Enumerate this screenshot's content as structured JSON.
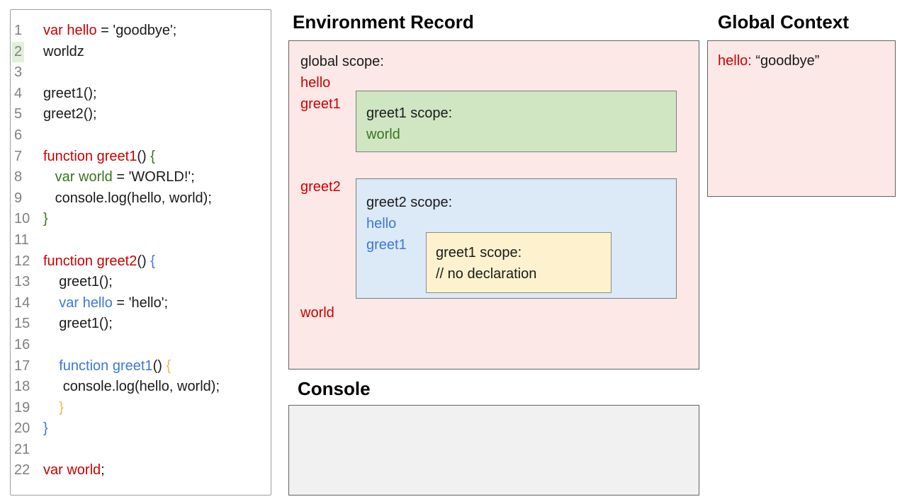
{
  "titles": {
    "environment_record": "Environment Record",
    "global_context": "Global Context",
    "console": "Console"
  },
  "colors": {
    "red": "#cc0000",
    "green": "#38761d",
    "blue": "#3c78d8",
    "orange": "#f0b952",
    "gray": "#808080",
    "code_text": "#1a1a1a",
    "pink_bg": "#fce8e6",
    "green_bg": "#d0e6c3",
    "blue_bg": "#dce9f7",
    "yellow_bg": "#fdf2cd",
    "console_bg": "#f1f1f1",
    "line_highlight": "#e2efda"
  },
  "code": {
    "highlighted_line": 2,
    "lines": [
      {
        "n": 1,
        "segs": [
          {
            "t": "var hello",
            "c": "red"
          },
          {
            "t": " = 'goodbye';"
          }
        ]
      },
      {
        "n": 2,
        "segs": [
          {
            "t": "worldz"
          }
        ]
      },
      {
        "n": 3,
        "segs": []
      },
      {
        "n": 4,
        "segs": [
          {
            "t": "greet1();"
          }
        ]
      },
      {
        "n": 5,
        "segs": [
          {
            "t": "greet2();"
          }
        ]
      },
      {
        "n": 6,
        "segs": []
      },
      {
        "n": 7,
        "segs": [
          {
            "t": "function greet1",
            "c": "red"
          },
          {
            "t": "() "
          },
          {
            "t": "{",
            "c": "green"
          }
        ]
      },
      {
        "n": 8,
        "segs": [
          {
            "t": "   "
          },
          {
            "t": "var world",
            "c": "green"
          },
          {
            "t": " = 'WORLD!';"
          }
        ]
      },
      {
        "n": 9,
        "segs": [
          {
            "t": "   console.log(hello, world);"
          }
        ]
      },
      {
        "n": 10,
        "segs": [
          {
            "t": "}",
            "c": "green"
          }
        ]
      },
      {
        "n": 11,
        "segs": []
      },
      {
        "n": 12,
        "segs": [
          {
            "t": "function greet2",
            "c": "red"
          },
          {
            "t": "() "
          },
          {
            "t": "{",
            "c": "blue"
          }
        ]
      },
      {
        "n": 13,
        "segs": [
          {
            "t": "    greet1();"
          }
        ]
      },
      {
        "n": 14,
        "segs": [
          {
            "t": "    "
          },
          {
            "t": "var hello",
            "c": "blue"
          },
          {
            "t": " = 'hello';"
          }
        ]
      },
      {
        "n": 15,
        "segs": [
          {
            "t": "    greet1();"
          }
        ]
      },
      {
        "n": 16,
        "segs": []
      },
      {
        "n": 17,
        "segs": [
          {
            "t": "    "
          },
          {
            "t": "function greet1",
            "c": "blue"
          },
          {
            "t": "() "
          },
          {
            "t": "{",
            "c": "orange"
          }
        ]
      },
      {
        "n": 18,
        "segs": [
          {
            "t": "     console.log(hello, world);"
          }
        ]
      },
      {
        "n": 19,
        "segs": [
          {
            "t": "    "
          },
          {
            "t": "}",
            "c": "orange"
          }
        ]
      },
      {
        "n": 20,
        "segs": [
          {
            "t": "}",
            "c": "blue"
          }
        ]
      },
      {
        "n": 21,
        "segs": []
      },
      {
        "n": 22,
        "segs": [
          {
            "t": "var world",
            "c": "red"
          },
          {
            "t": ";"
          }
        ]
      }
    ]
  },
  "environment_record": {
    "global_scope_label": "global scope:",
    "hello_label": "hello",
    "greet1_label": "greet1",
    "greet2_label": "greet2",
    "world_label": "world",
    "greet1_scope": {
      "title": "greet1 scope:",
      "var_world": "world"
    },
    "greet2_scope": {
      "title": "greet2 scope:",
      "var_hello": "hello",
      "var_greet1": "greet1",
      "inner_greet1_scope": {
        "title": "greet1 scope:",
        "comment": "// no declaration"
      }
    }
  },
  "global_context": {
    "entry_key": "hello:",
    "entry_value": " “goodbye”"
  }
}
